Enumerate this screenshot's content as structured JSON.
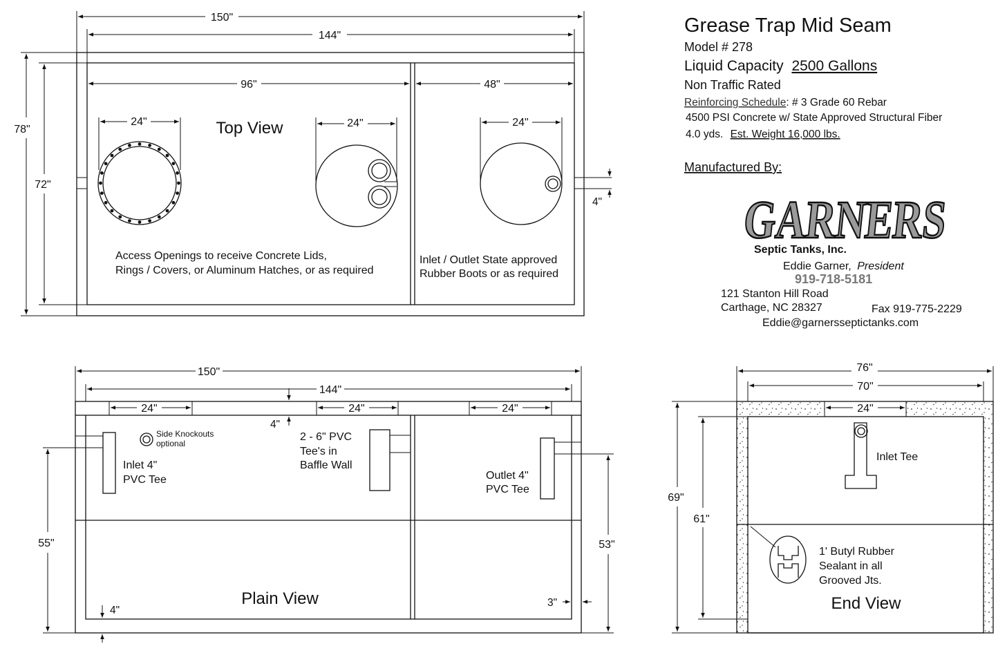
{
  "header": {
    "title": "Grease Trap Mid Seam",
    "model": "Model # 278",
    "capacity_label": "Liquid Capacity",
    "capacity_value": "2500 Gallons",
    "traffic": "Non Traffic Rated",
    "rebar_label": "Reinforcing Schedule",
    "rebar_value": "# 3 Grade 60 Rebar",
    "concrete": "4500 PSI Concrete w/ State Approved Structural Fiber",
    "yards": "4.0 yds.",
    "weight": "Est. Weight 16,000 lbs.",
    "manufactured_by": "Manufactured By:"
  },
  "company": {
    "logo": "GARNERS",
    "subtitle": "Septic Tanks, Inc.",
    "person": "Eddie Garner,",
    "role": "President",
    "phone": "919-718-5181",
    "street": "121 Stanton Hill Road",
    "city": "Carthage, NC 28327",
    "fax": "Fax 919-775-2229",
    "email": "Eddie@garnersseptictanks.com"
  },
  "top_view": {
    "label": "Top View",
    "dim_outer_len": "150\"",
    "dim_inner_len": "144\"",
    "dim_chamber_a": "96\"",
    "dim_chamber_b": "48\"",
    "dim_outer_h": "78\"",
    "dim_inner_h": "72\"",
    "dim_open_1": "24\"",
    "dim_open_2": "24\"",
    "dim_open_3": "24\"",
    "dim_pipe": "4\"",
    "note_access_1": "Access Openings to receive Concrete Lids,",
    "note_access_2": "Rings / Covers, or Aluminum Hatches, or as required",
    "note_boot_1": "Inlet / Outlet  State approved",
    "note_boot_2": "Rubber Boots or as required"
  },
  "plain_view": {
    "label": "Plain View",
    "dim_outer_len": "150\"",
    "dim_inner_len": "144\"",
    "dim_open_1": "24\"",
    "dim_open_2": "24\"",
    "dim_open_3": "24\"",
    "dim_lid": "4\"",
    "dim_left_h": "55\"",
    "dim_right_h": "53\"",
    "dim_floor": "4\"",
    "dim_wall": "3\"",
    "knockout_1": "Side Knockouts",
    "knockout_2": "optional",
    "inlet_1": "Inlet 4\"",
    "inlet_2": "PVC Tee",
    "baffle_1": "2 - 6\" PVC",
    "baffle_2": "Tee's in",
    "baffle_3": "Baffle Wall",
    "outlet_1": "Outlet 4\"",
    "outlet_2": "PVC Tee"
  },
  "end_view": {
    "label": "End View",
    "dim_outer_w": "76\"",
    "dim_inner_w": "70\"",
    "dim_open": "24\"",
    "dim_outer_h": "69\"",
    "dim_inner_h": "61\"",
    "inlet_tee": "Inlet Tee",
    "sealant_1": "1' Butyl Rubber",
    "sealant_2": "Sealant in all",
    "sealant_3": "Grooved Jts."
  }
}
